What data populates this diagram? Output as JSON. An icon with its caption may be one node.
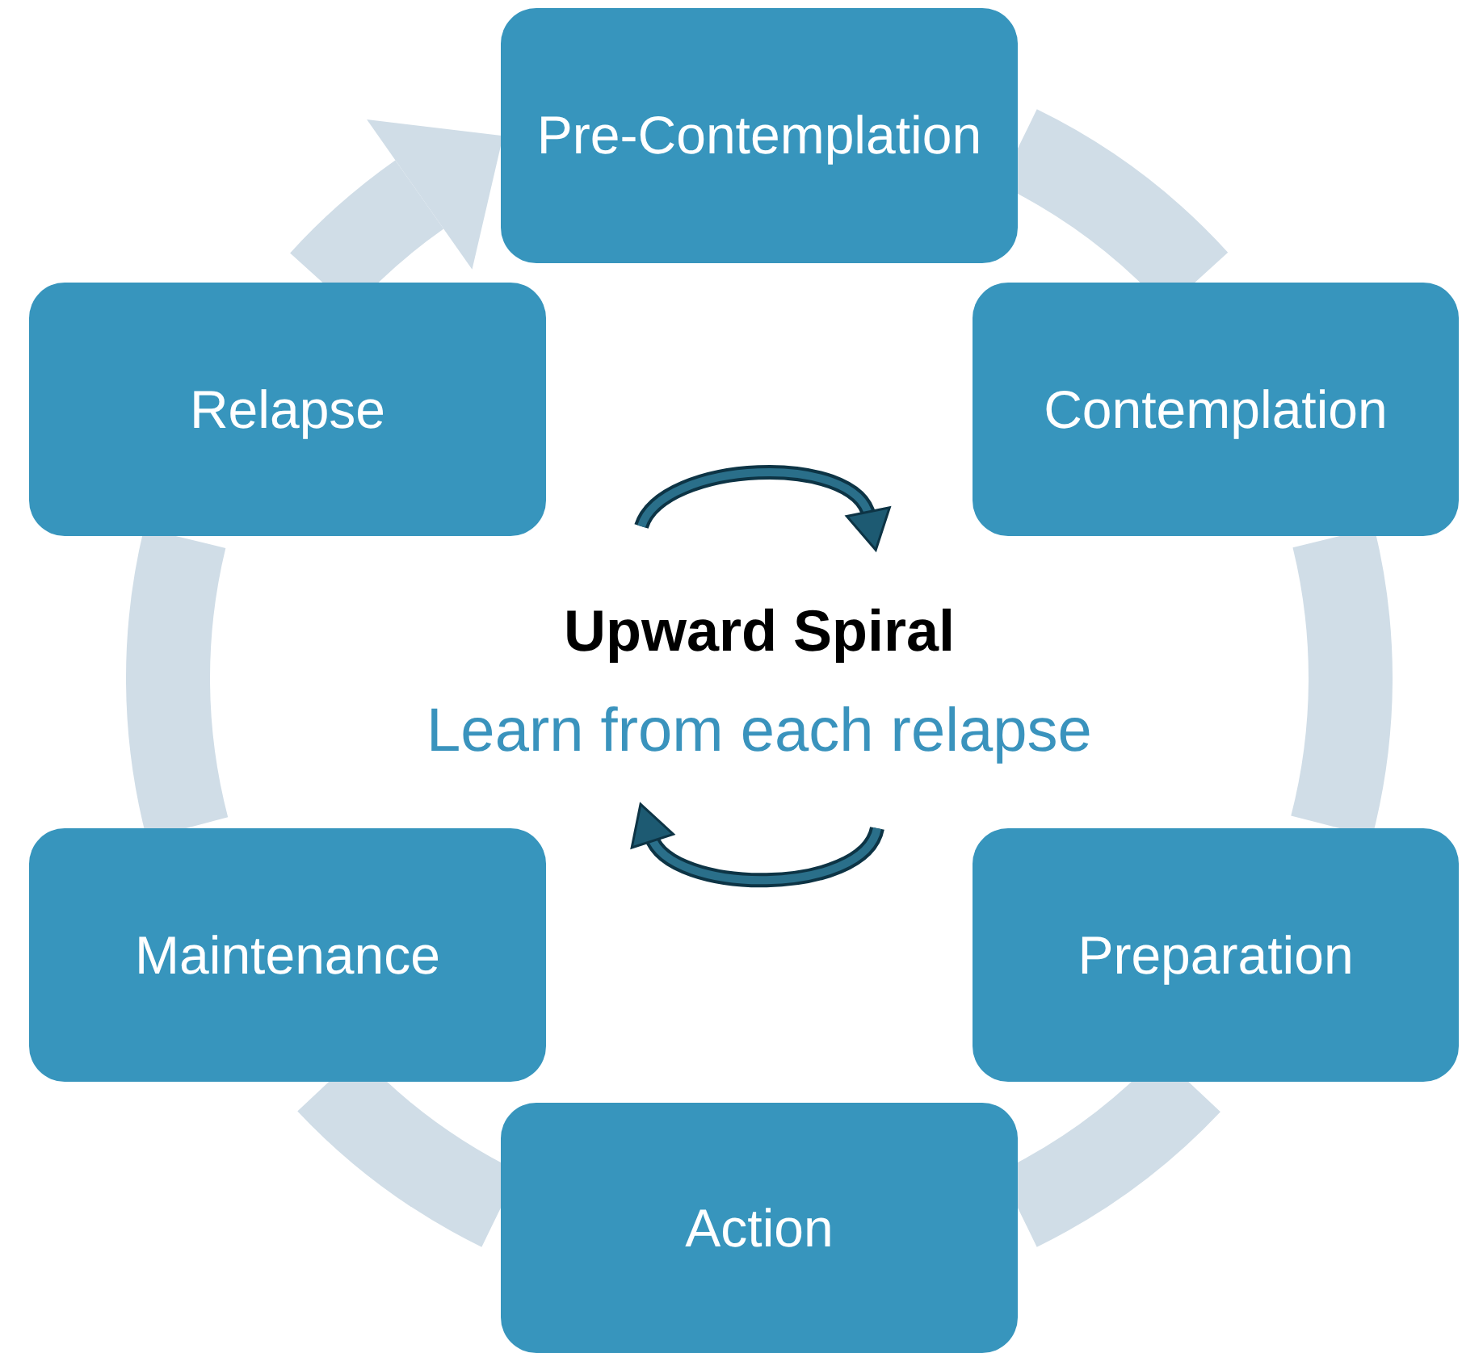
{
  "diagram": {
    "nodes": [
      {
        "text": [
          "Pre-Contemplation"
        ]
      },
      {
        "text": [
          "Contemplation"
        ]
      },
      {
        "text": [
          "Preparation"
        ]
      },
      {
        "text": [
          "Action"
        ]
      },
      {
        "text": [
          "Maintenance"
        ]
      },
      {
        "text": [
          "Relapse"
        ]
      }
    ],
    "edges": [
      {
        "from": 0,
        "to": 1,
        "arrow": "none"
      },
      {
        "from": 1,
        "to": 2,
        "arrow": "none"
      },
      {
        "from": 2,
        "to": 3,
        "arrow": "none"
      },
      {
        "from": 3,
        "to": 4,
        "arrow": "none"
      },
      {
        "from": 4,
        "to": 5,
        "arrow": "none"
      },
      {
        "from": 5,
        "to": 0,
        "arrow": "to"
      }
    ],
    "labels": [
      "Upward Spiral",
      "Learn from each relapse"
    ]
  }
}
